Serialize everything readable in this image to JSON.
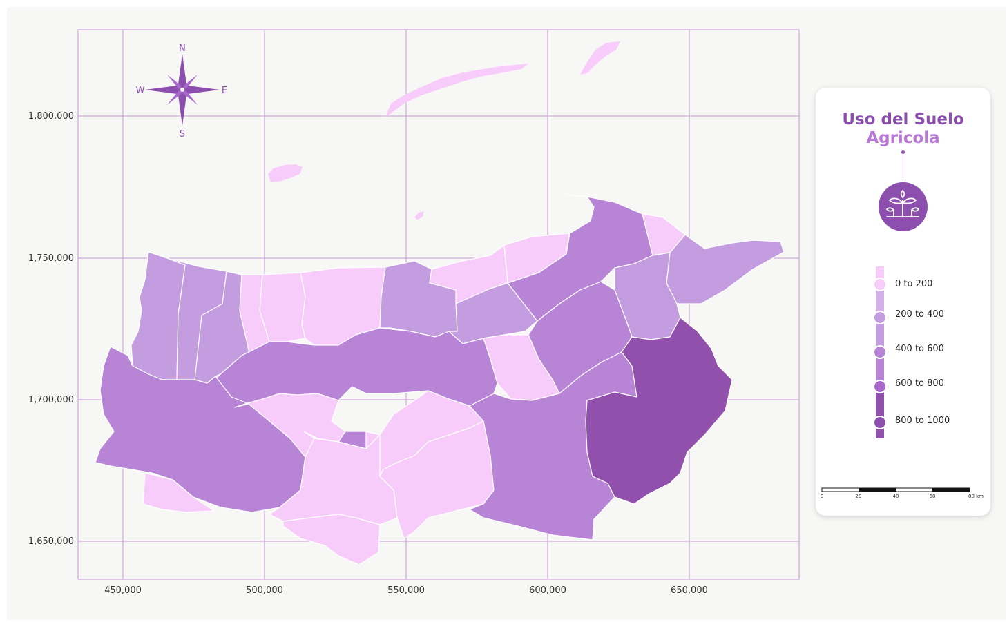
{
  "map": {
    "x_ticks": [
      "450,000",
      "500,000",
      "550,000",
      "600,000",
      "650,000"
    ],
    "y_ticks": [
      "1,800,000",
      "1,750,000",
      "1,700,000",
      "1,650,000"
    ],
    "compass": {
      "north": "N",
      "south": "S",
      "east": "E",
      "west": "W"
    },
    "colors": {
      "class_0_200": "#f8ccfa",
      "class_200_400": "#c49de0",
      "class_400_600": "#b784d6",
      "class_800_1000": "#9050ab",
      "grid": "#c79ad8"
    }
  },
  "legend": {
    "title": "Uso del Suelo",
    "subtitle": "Agricola",
    "icon": "plant-sprout-icon",
    "classes": [
      {
        "label": "0 to 200",
        "color": "#f8ccfa"
      },
      {
        "label": "200 to 400",
        "color": "#c49de0"
      },
      {
        "label": "400 to 600",
        "color": "#b784d6"
      },
      {
        "label": "600 to 800",
        "color": "#a868cc"
      },
      {
        "label": "800 to 1000",
        "color": "#8c4fae"
      }
    ],
    "scale_bar": {
      "ticks": [
        "0",
        "20",
        "40",
        "60",
        "80 km"
      ]
    }
  }
}
